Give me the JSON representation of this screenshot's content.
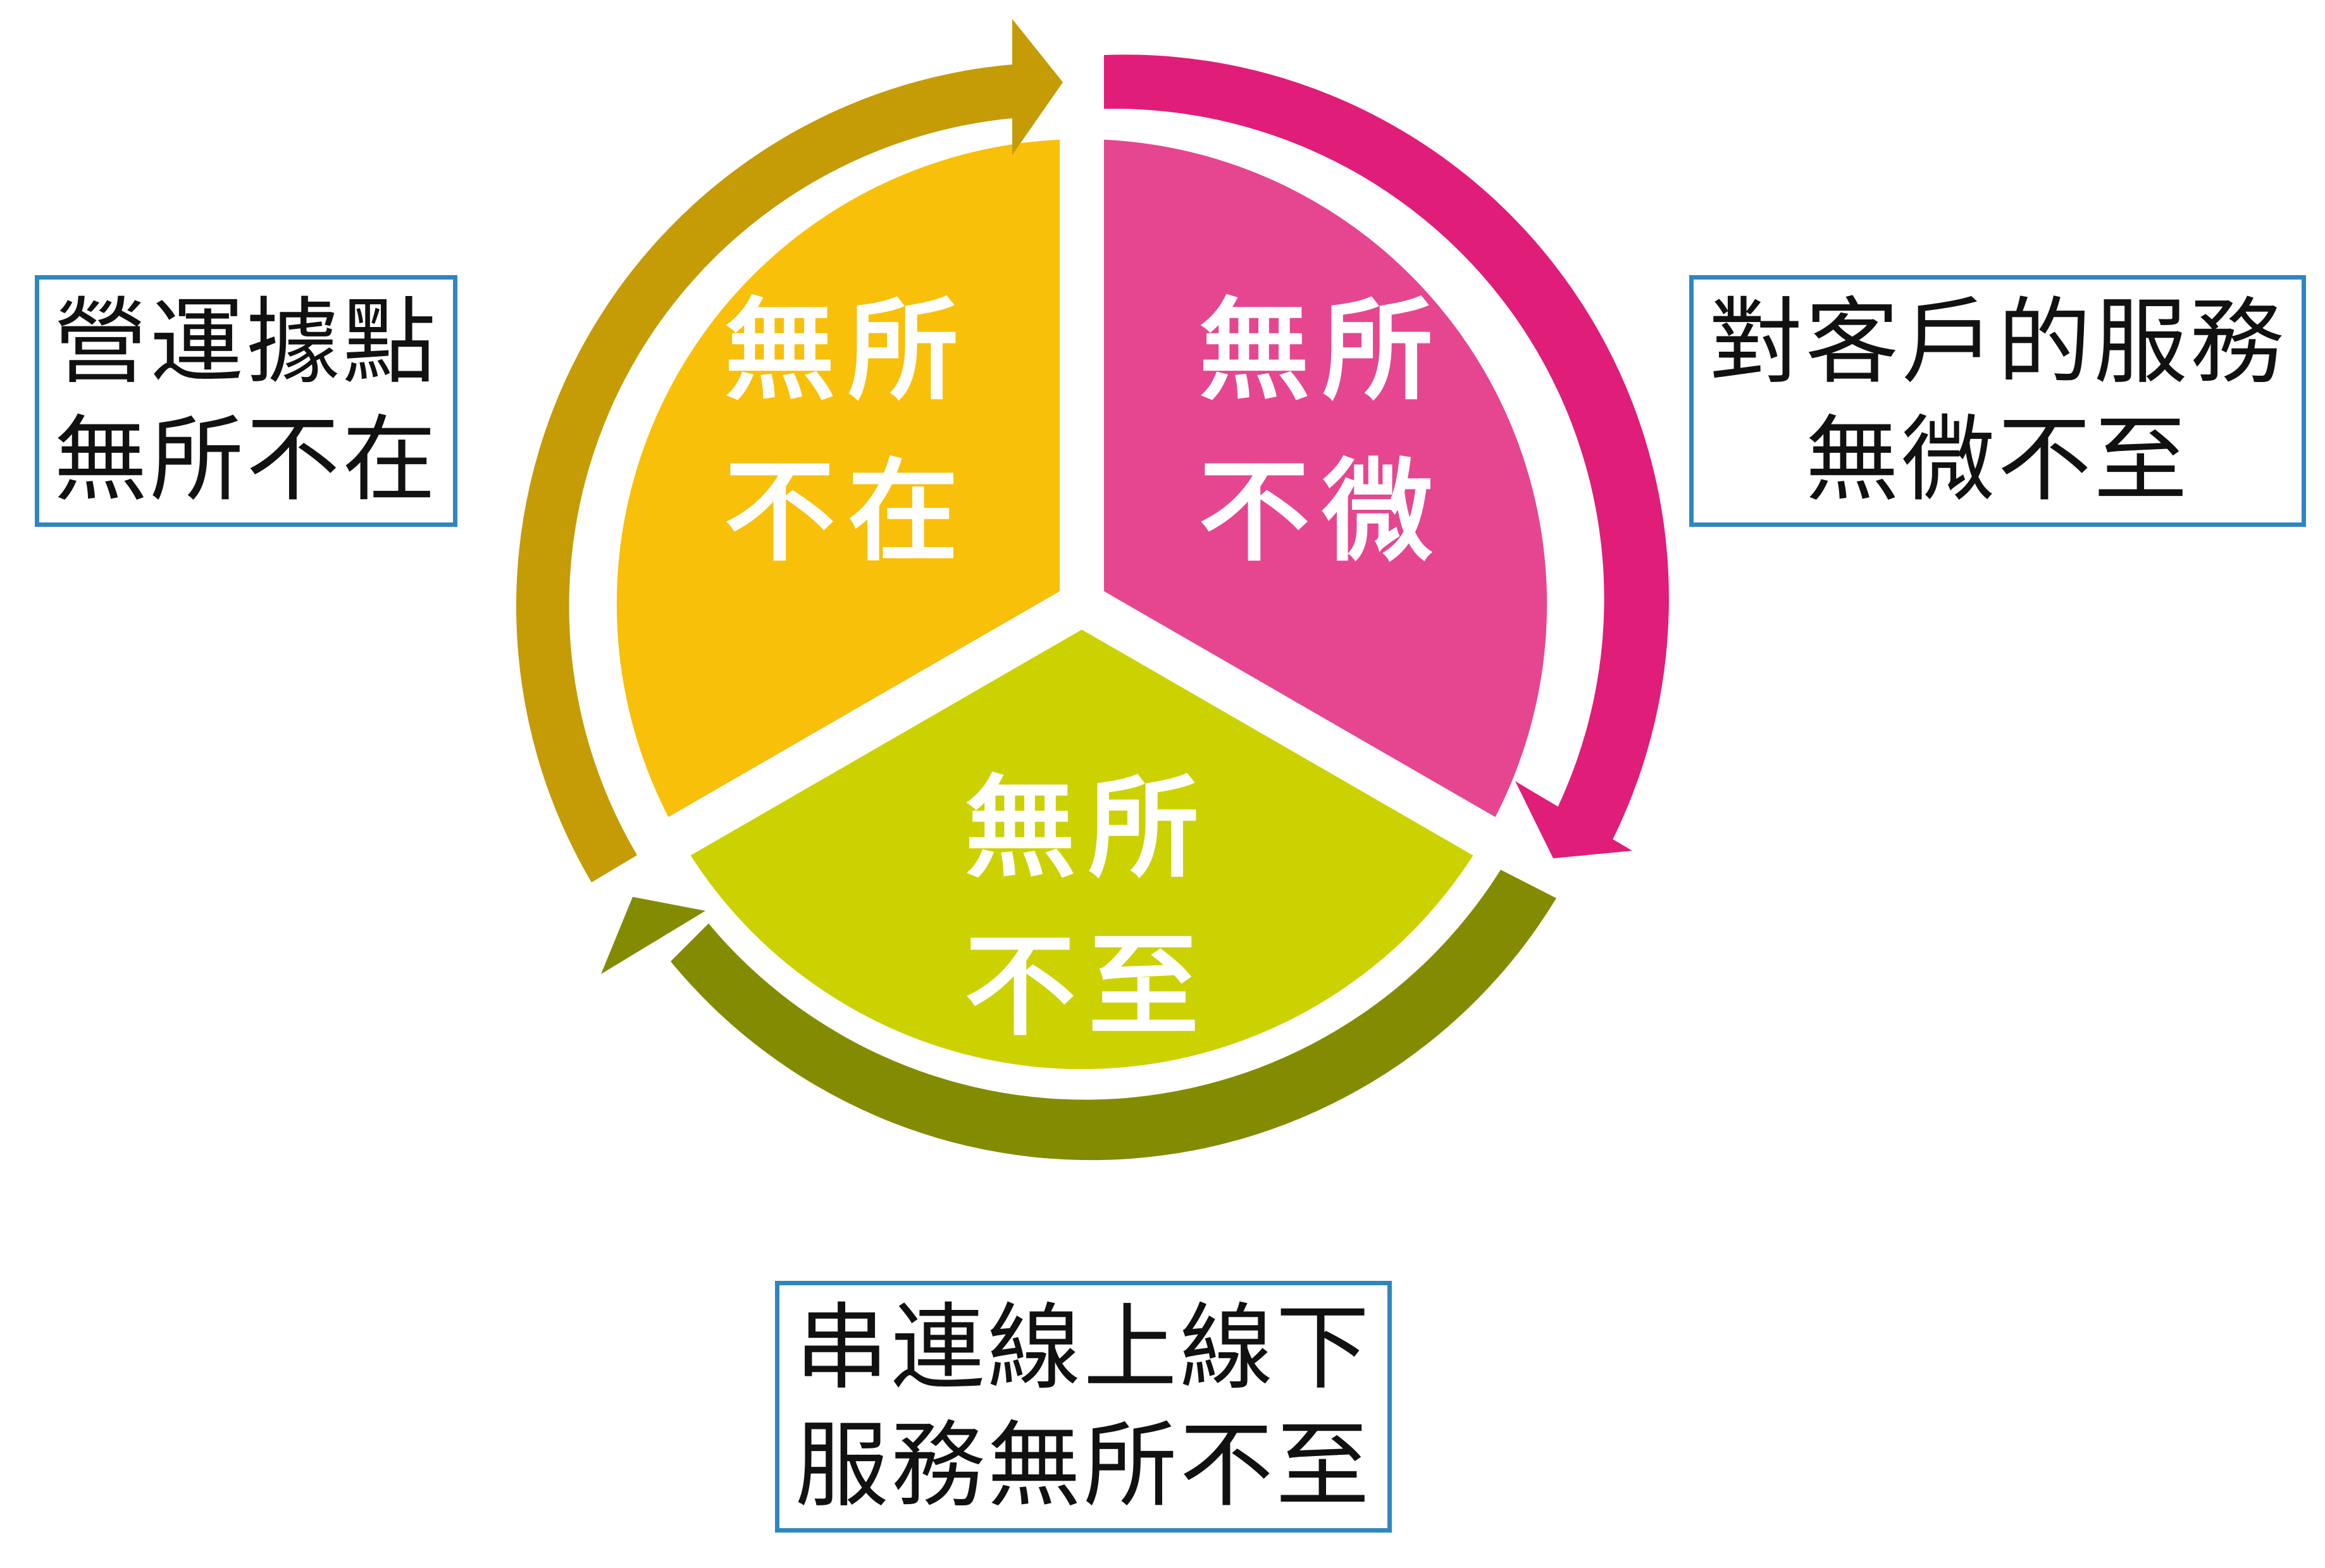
{
  "segments": [
    {
      "id": "top-left",
      "line1": "無所",
      "line2": "不在",
      "fill": "#F8C009",
      "arrow": "#C59B06"
    },
    {
      "id": "top-right",
      "line1": "無所",
      "line2": "不微",
      "fill": "#E64690",
      "arrow": "#E01D78"
    },
    {
      "id": "bottom",
      "line1": "無所",
      "line2": "不至",
      "fill": "#CCD200",
      "arrow": "#838C00"
    }
  ],
  "notes": {
    "left": {
      "line1": "營運據點",
      "line2": "無所不在"
    },
    "right": {
      "line1": "對客戶的服務",
      "line2": "無微不至"
    },
    "bottom": {
      "line1": "串連線上線下",
      "line2": "服務無所不至"
    }
  },
  "colors": {
    "box_border": "#2E86C1",
    "background": "#FFFFFF"
  }
}
